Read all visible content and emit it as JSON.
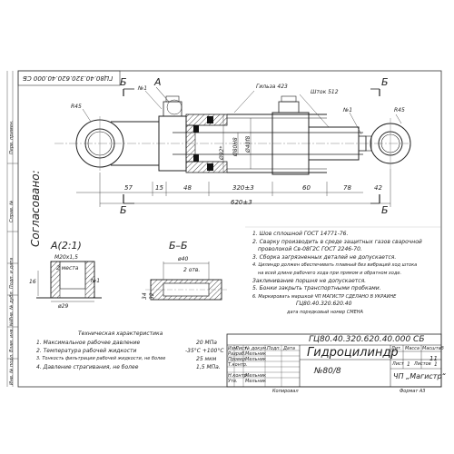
{
  "drawing": {
    "doc_number_top": "ГЦ80.40.320.620.40.000 СБ",
    "sheet_label_left_vertical": "Перв. примен.",
    "sprav_label": "Справ. №",
    "podp_label": "Подп. и дата",
    "inv_dubl_label": "Инв. № дубл.",
    "vzam_label": "Взам. инв. №",
    "inv_podl_label": "Инв. № подл.",
    "soglasovano": "Согласовано:",
    "section_label_top_left": "Б",
    "section_label_top_a": "А",
    "section_label_top_right": "Б",
    "section_label_bottom_left": "Б",
    "section_label_bottom_right": "Б",
    "callout_1a": "№1",
    "callout_1b": "№1",
    "callout_1c": "№1",
    "gilza": "Гильза 423",
    "shtok": "Шток 512",
    "r45_left": "R45",
    "r45_right": "R45",
    "dim_57": "57",
    "dim_15": "15",
    "dim_48": "48",
    "dim_320": "320±3",
    "dim_60": "60",
    "dim_78": "78",
    "dim_42": "42",
    "dim_620": "620±3",
    "dia_80": "Ø80Н8",
    "dia_40": "Ø40f8",
    "dia_927": "Ø92*",
    "view_a": "А(2:1)",
    "m20": "М20х1,5",
    "places2_a": "2 места",
    "dim_16": "16",
    "dim_29": "ø29",
    "view_bb": "Б–Б",
    "dia_40b": "ø40",
    "places2_b": "2 отв.",
    "dim_34": "34",
    "dim_32": "32",
    "notes": [
      "1. Шов сплошной ГОСТ 14771-76.",
      "2. Сварку производить в среде защитных газов сварочной",
      "проволокой Св-08Г2С  ГОСТ 2246-70.",
      "3. Сборка загрязненных деталей не допускается.",
      "4. Цилиндр должен обеспечивать плавный без вибраций ход штока",
      "на всей длине рабочего хода при прямом и обратном ходе.",
      "Заклинивание поршня не допускается.",
      "5. Бонки закрыть транспортными пробками.",
      "6. Маркировать маршкой ЧП МАГИСТР СДЕЛАНО В УКРАИНЕ",
      "ГЦ80.40.320.620.40",
      "дата  порядковый номер  СМЕНА"
    ],
    "tech_title": "Техническая характеристика",
    "tech_rows": [
      {
        "label": "1. Максимальное рабочее давление",
        "value": "20 МПа"
      },
      {
        "label": "2. Температура рабочей жидкости",
        "value": "-35°С +100°С"
      },
      {
        "label": "3. Тонкость фильтрации рабочей жидкости, не более",
        "value": "25 мкм"
      },
      {
        "label": "4. Давление страгивания, не более",
        "value": "1,5 МПа."
      }
    ],
    "title_block": {
      "doc_number": "ГЦ80.40.320.620.40.000 СБ",
      "name": "Гидроцилиндр",
      "number": "№80/8",
      "company": "ЧП „Магистр“",
      "lit_label": "Лит.",
      "mass_label": "Масса",
      "scale_label": "Масштаб",
      "scale_value": "11",
      "sheet_label": "Лист",
      "sheet_value": "1",
      "sheets_label": "Листов",
      "sheets_value": "1",
      "copied": "Копировал",
      "format": "Формат  А3",
      "izm": "Изм",
      "list": "Лист",
      "ndok": "№ докум.",
      "podp": "Подп.",
      "data": "Дата",
      "razrab": "Разраб.",
      "prov": "Провер.",
      "tkontr": "Т.контр.",
      "nkontr": "Н.контр.",
      "utv": "Утв.",
      "person_1": "Мельник",
      "person_2": "Мельник",
      "person_3": "Мельник",
      "person_4": "Мельник"
    }
  }
}
